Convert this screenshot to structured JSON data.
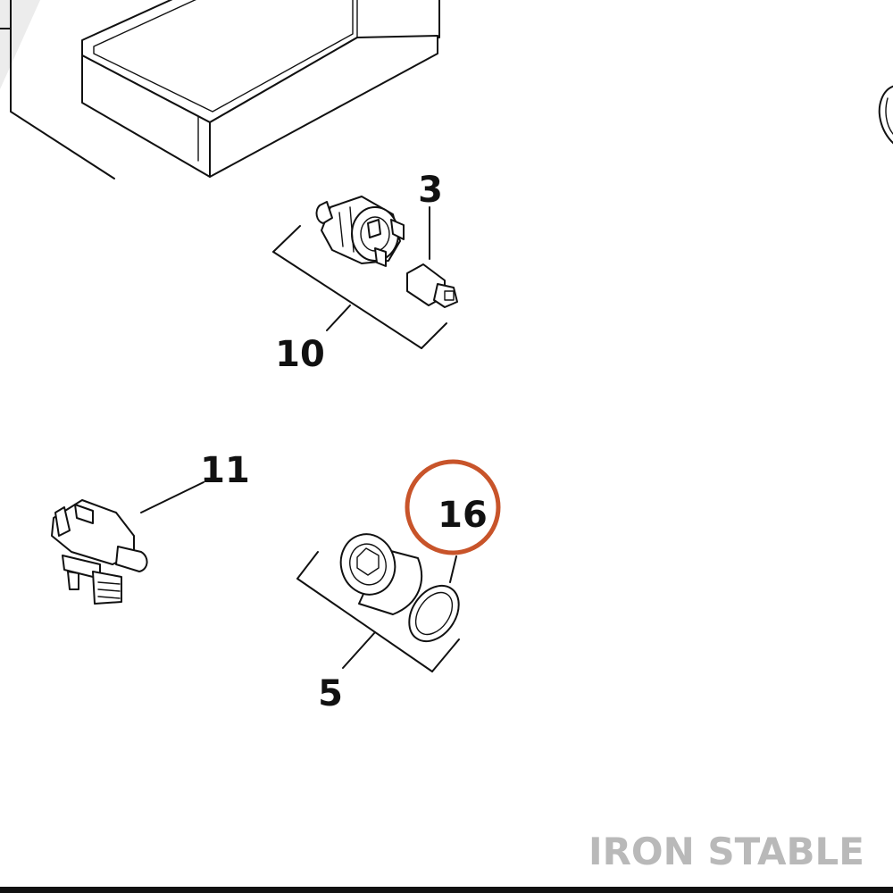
{
  "diagram": {
    "callouts": {
      "c3": "3",
      "c10": "10",
      "c11": "11",
      "c16": "16",
      "c5": "5"
    },
    "highlighted_callout": "16",
    "highlight_color": "#c8542a",
    "brand": {
      "text": "IRON STABLE",
      "color": "#b9b9b9"
    }
  }
}
